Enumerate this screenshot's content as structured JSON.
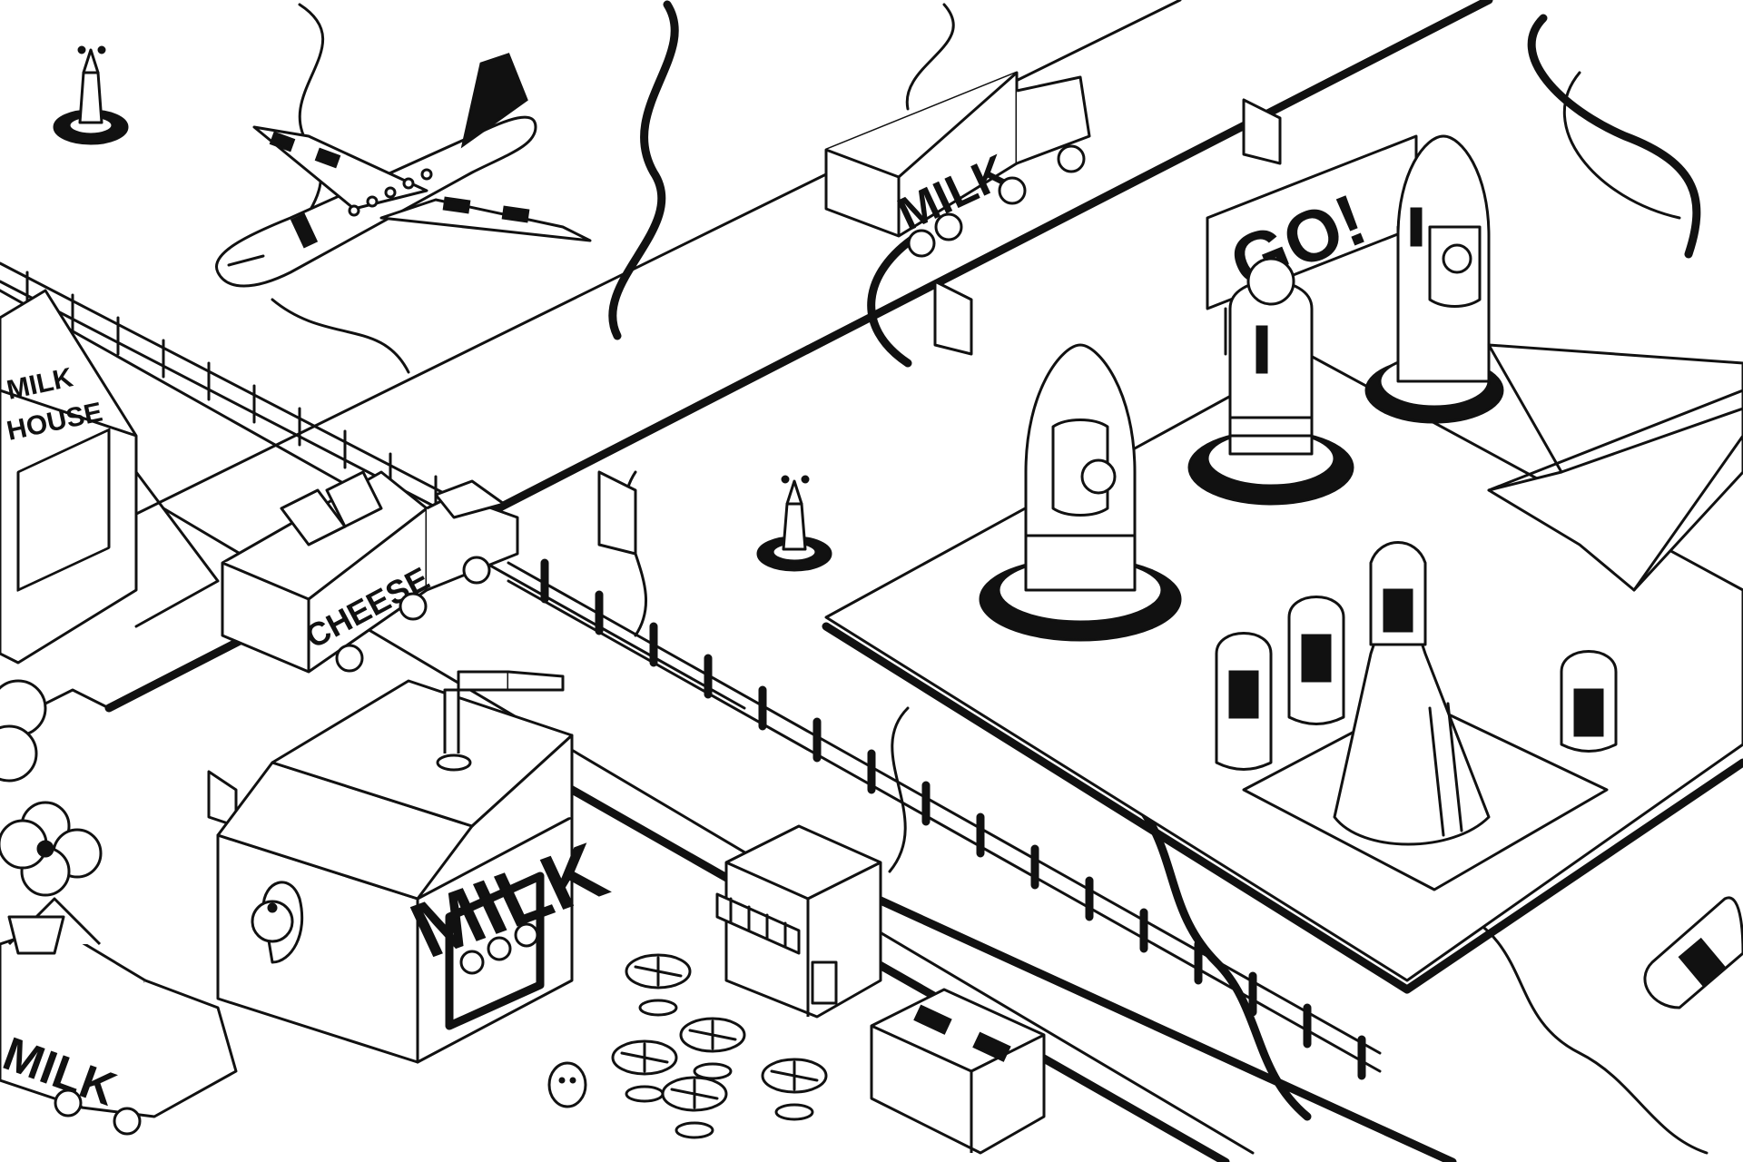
{
  "scene": {
    "signs": {
      "milk_house": [
        "MILK",
        "HOUSE"
      ],
      "cheese_truck": "CHEESE",
      "milk_truck_top": "MILK",
      "milk_truck_bottom": "MILK",
      "milk_carton": "MILK",
      "billboard": "GO!"
    }
  }
}
